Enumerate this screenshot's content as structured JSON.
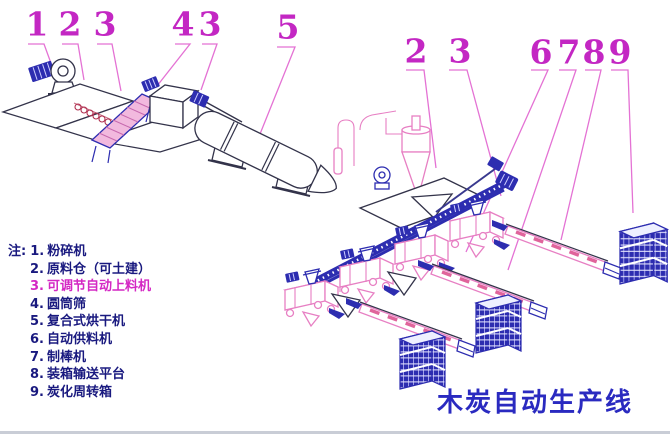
{
  "diagram_title": "木炭自动生产线",
  "legend": {
    "prefix": "注:",
    "items": [
      {
        "num": "1.",
        "label": "粉碎机",
        "highlight": false
      },
      {
        "num": "2.",
        "label": "原料仓（可土建）",
        "highlight": false
      },
      {
        "num": "3.",
        "label": "可调节自动上料机",
        "highlight": true
      },
      {
        "num": "4.",
        "label": "圆筒筛",
        "highlight": false
      },
      {
        "num": "5.",
        "label": "复合式烘干机",
        "highlight": false
      },
      {
        "num": "6.",
        "label": "自动供料机",
        "highlight": false
      },
      {
        "num": "7.",
        "label": "制棒机",
        "highlight": false
      },
      {
        "num": "8.",
        "label": "装箱输送平台",
        "highlight": false
      },
      {
        "num": "9.",
        "label": "炭化周转箱",
        "highlight": false
      }
    ]
  },
  "callouts": [
    {
      "num": "1",
      "target": "crusher"
    },
    {
      "num": "2",
      "target": "raw-material-bin-left"
    },
    {
      "num": "3",
      "target": "belt-feeder"
    },
    {
      "num": "4",
      "target": "drum-screen"
    },
    {
      "num": "3",
      "target": "screw-feeder-left"
    },
    {
      "num": "5",
      "target": "rotary-dryer"
    },
    {
      "num": "2",
      "target": "raw-material-bin-right"
    },
    {
      "num": "3",
      "target": "screw-conveyor-right"
    },
    {
      "num": "6",
      "target": "auto-feeder"
    },
    {
      "num": "7",
      "target": "rod-machine"
    },
    {
      "num": "8",
      "target": "boxing-conveyor-platform"
    },
    {
      "num": "9",
      "target": "carbonization-crates"
    }
  ],
  "colors": {
    "callout": "#c327c3",
    "leader": "#e472d4",
    "machine_blue": "#2d2db0",
    "machine_pink": "#e77fc3",
    "outline_dark": "#33334a",
    "legend_text": "#19197f",
    "legend_highlight": "#d428c4",
    "title_color": "#2a2ac0",
    "slot_pink": "#e0649c",
    "crate_blue": "#2d2db0",
    "background": "#ffffff"
  }
}
